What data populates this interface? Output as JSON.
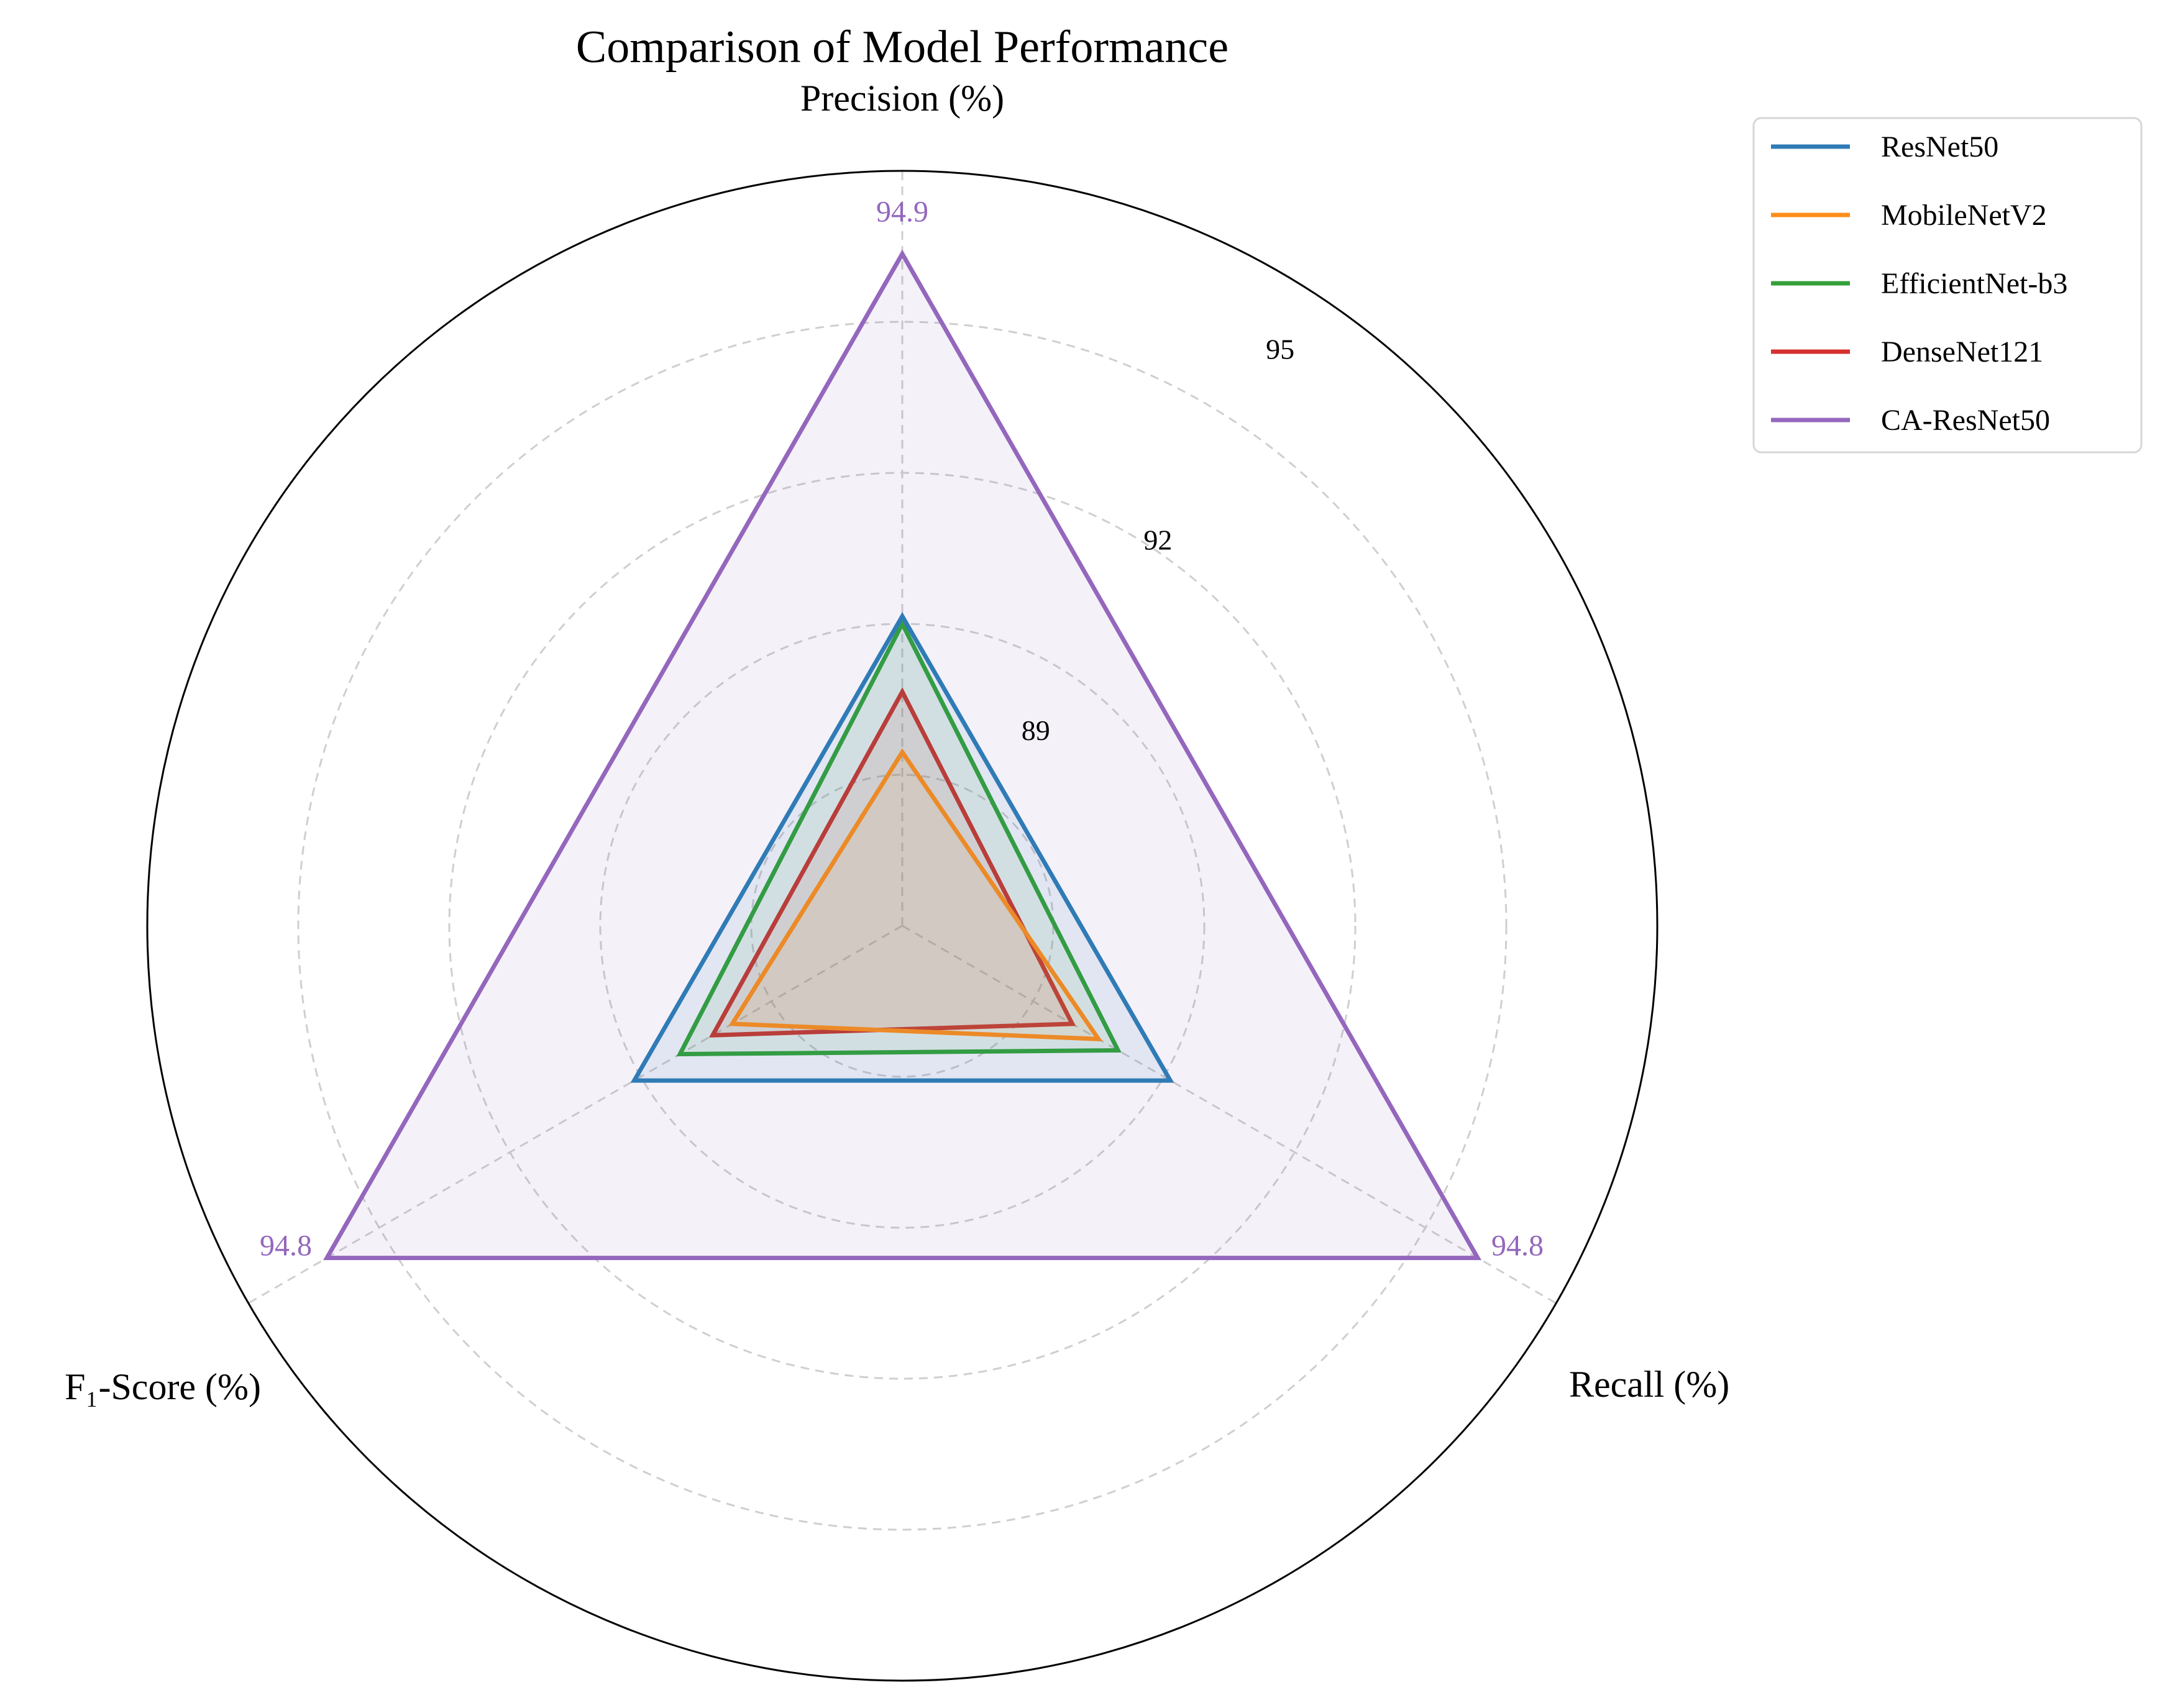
{
  "chart_data": {
    "type": "radar",
    "title": "Comparison of Model Performance",
    "axes": [
      "Precision (%)",
      "Recall (%)",
      "F₁-Score (%)"
    ],
    "radial_range": [
      86,
      96
    ],
    "rings": [
      88,
      90,
      92,
      94,
      96
    ],
    "radial_tick_labels": [
      {
        "value": 89,
        "label": "89"
      },
      {
        "value": 92,
        "label": "92"
      },
      {
        "value": 95,
        "label": "95"
      }
    ],
    "grid": true,
    "legend_position": "top-right",
    "series": [
      {
        "name": "ResNet50",
        "color": "#2f7bb6",
        "values": [
          90.1,
          90.1,
          90.1
        ]
      },
      {
        "name": "MobileNetV2",
        "color": "#ff8c1a",
        "values": [
          88.3,
          89.0,
          88.6
        ]
      },
      {
        "name": "EfficientNet-b3",
        "color": "#34a03a",
        "values": [
          90.0,
          89.3,
          89.4
        ]
      },
      {
        "name": "DenseNet121",
        "color": "#d62f2f",
        "values": [
          89.1,
          88.6,
          88.9
        ]
      },
      {
        "name": "CA-ResNet50",
        "color": "#9467bd",
        "values": [
          94.9,
          94.8,
          94.8
        ]
      }
    ],
    "annotations": [
      {
        "series": "CA-ResNet50",
        "axis": 0,
        "label": "94.9"
      },
      {
        "series": "CA-ResNet50",
        "axis": 1,
        "label": "94.8"
      },
      {
        "series": "CA-ResNet50",
        "axis": 2,
        "label": "94.8"
      }
    ]
  }
}
